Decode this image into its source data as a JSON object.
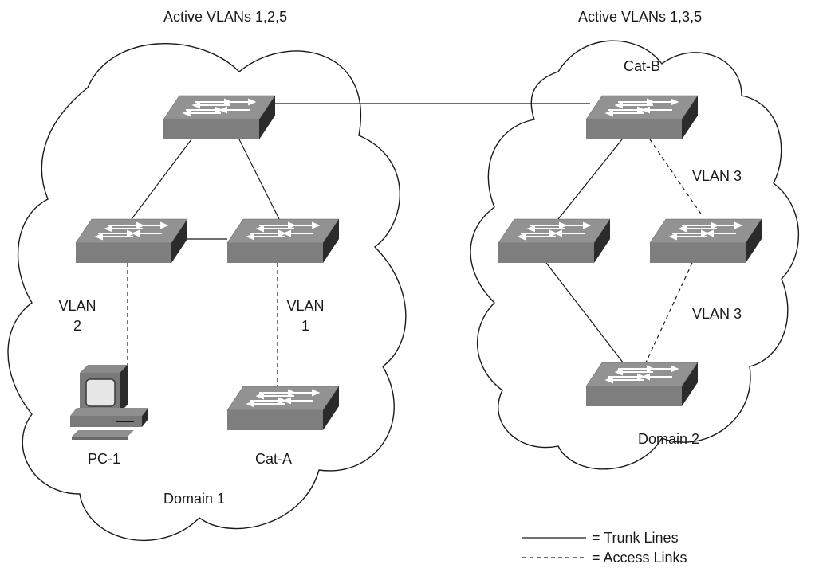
{
  "domain_1": {
    "header": "Active VLANs 1,2,5",
    "name": "Domain 1",
    "pc_label": "PC-1",
    "switch_label": "Cat-A",
    "vlan_left_line1": "VLAN",
    "vlan_left_line2": "2",
    "vlan_right_line1": "VLAN",
    "vlan_right_line2": "1"
  },
  "domain_2": {
    "header": "Active VLANs 1,3,5",
    "name": "Domain 2",
    "switch_label": "Cat-B",
    "vlan_upper": "VLAN 3",
    "vlan_lower": "VLAN 3"
  },
  "legend": {
    "trunk": "= Trunk Lines",
    "access": "= Access Links"
  },
  "icons": {
    "switch": "switch-icon",
    "pc": "pc-icon"
  },
  "colors": {
    "switch_top": "#8f8f8f",
    "switch_front": "#7e7e7e",
    "switch_side": "#2b2b2b",
    "line": "#1a1a1a"
  }
}
